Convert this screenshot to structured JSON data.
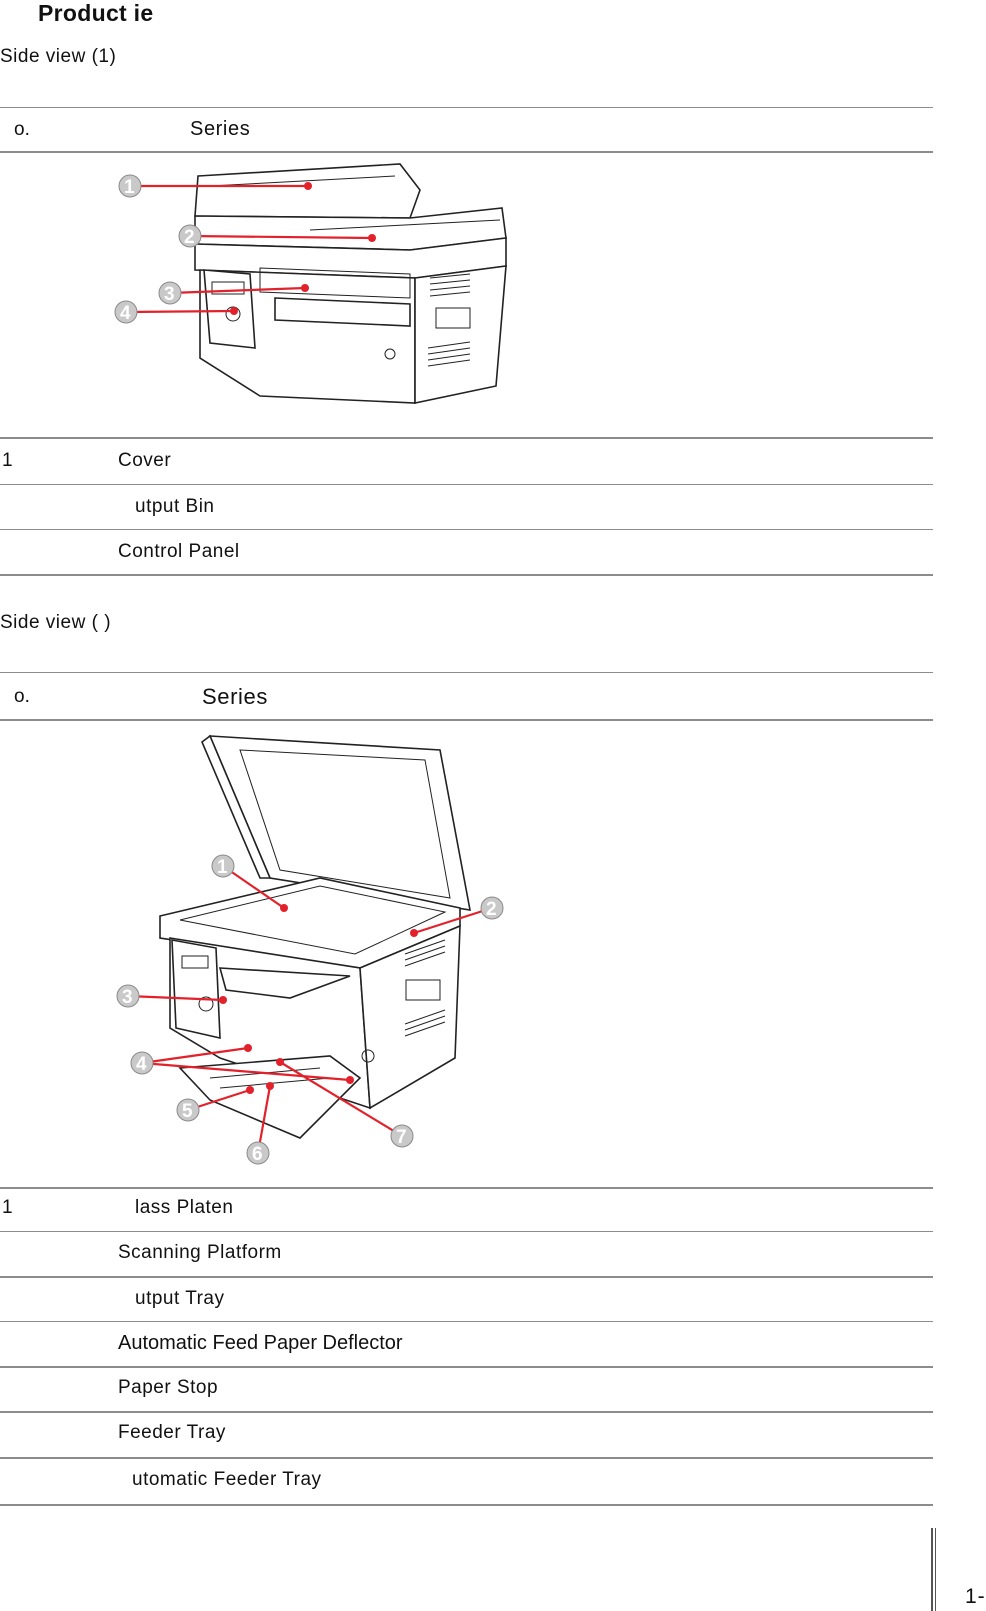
{
  "page_heading": "Product   ie",
  "section1": {
    "label": "Side view (1)",
    "col_no": "o.",
    "col_series": "Series",
    "rows": [
      {
        "num": "1",
        "text": "Cover"
      },
      {
        "num": "",
        "text": "utput Bin"
      },
      {
        "num": "",
        "text": "Control Panel"
      }
    ],
    "callouts": [
      "1",
      "2",
      "3",
      "4"
    ]
  },
  "section2": {
    "label": "Side view (  )",
    "col_no": "o.",
    "col_series": "Series",
    "rows": [
      {
        "num": "1",
        "text": "lass Platen"
      },
      {
        "num": "",
        "text": "Scanning Platform"
      },
      {
        "num": "",
        "text": "utput Tray"
      },
      {
        "num": "",
        "text": "Automatic Feed Paper Deflector"
      },
      {
        "num": "",
        "text": "Paper Stop"
      },
      {
        "num": "",
        "text": "Feeder Tray"
      },
      {
        "num": "",
        "text": "utomatic Feeder Tray"
      }
    ],
    "callouts": [
      "1",
      "2",
      "3",
      "4",
      "5",
      "6",
      "7"
    ]
  },
  "page_number": "1-",
  "colors": {
    "callout_red": "#e3212b",
    "rule_gray": "#8c8c8c"
  }
}
